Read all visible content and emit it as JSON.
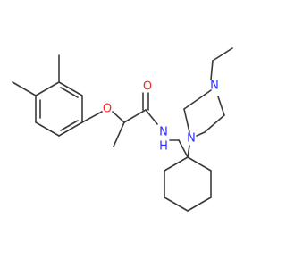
{
  "molecule": {
    "atom_labels": {
      "ether_oxygen": "O",
      "carbonyl_oxygen": "O",
      "amide_nitrogen": "N",
      "amide_hydrogen": "H",
      "piperazine_nitrogen_top": "N",
      "piperazine_nitrogen_bottom": "N"
    },
    "colors": {
      "bond": "#3a3a3a",
      "oxygen": "#ff2a2a",
      "nitrogen": "#2b2bff"
    }
  }
}
